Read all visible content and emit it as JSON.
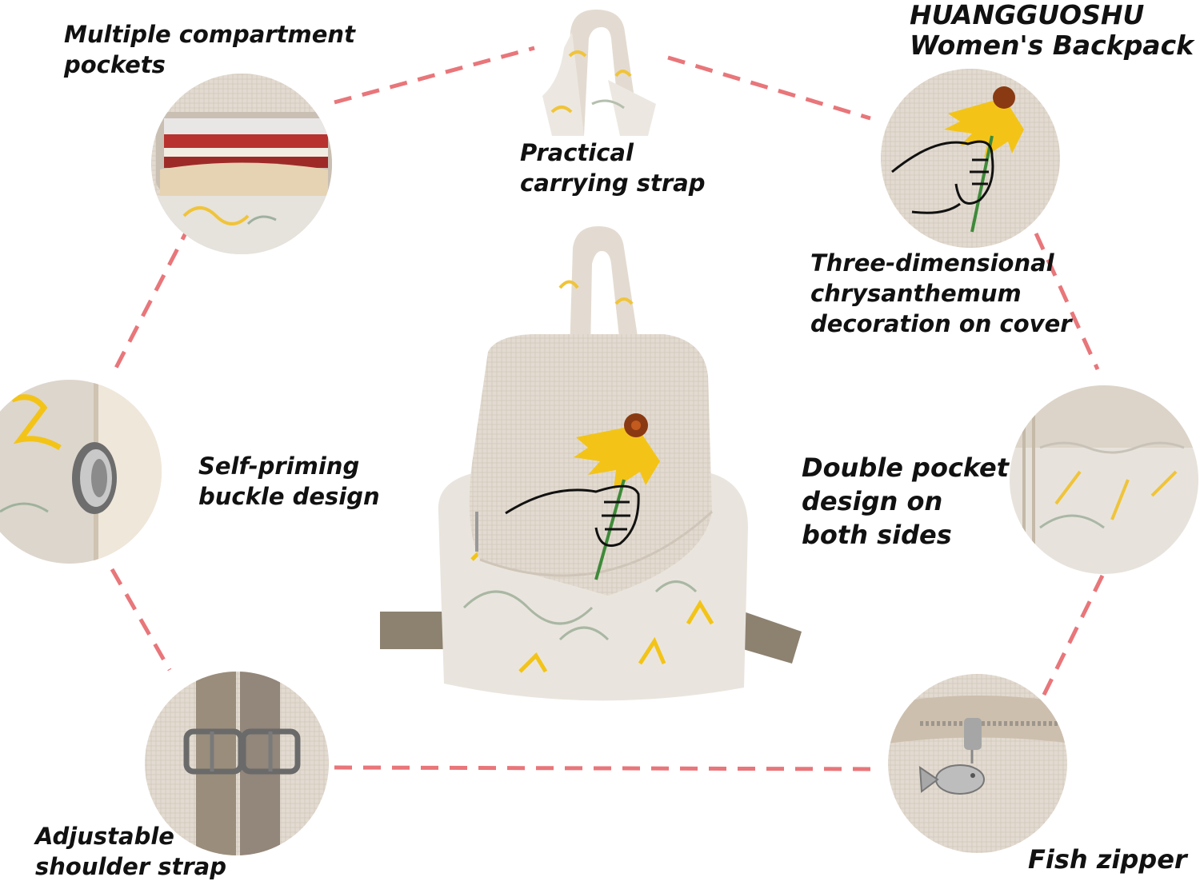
{
  "title": [
    "HUANGGUOSHU",
    "Women's Backpack"
  ],
  "features": {
    "pockets": [
      "Multiple compartment",
      "pockets"
    ],
    "carrying_strap": [
      "Practical",
      "carrying strap"
    ],
    "decoration": [
      "Three-dimensional",
      "chrysanthemum",
      "decoration on cover"
    ],
    "buckle": [
      "Self-priming",
      "buckle design"
    ],
    "side_pockets": [
      "Double pocket",
      "design on",
      "both sides"
    ],
    "shoulder_strap": [
      "Adjustable",
      "shoulder strap"
    ],
    "zipper": [
      "Fish zipper"
    ]
  },
  "colors": {
    "dash": "#e8767a",
    "linen": "#e3dbd1",
    "linen_dark": "#cfc5b8",
    "yellow": "#f3c417",
    "flower_center": "#8a3a12",
    "strap": "#8d8170",
    "text": "#111111"
  }
}
